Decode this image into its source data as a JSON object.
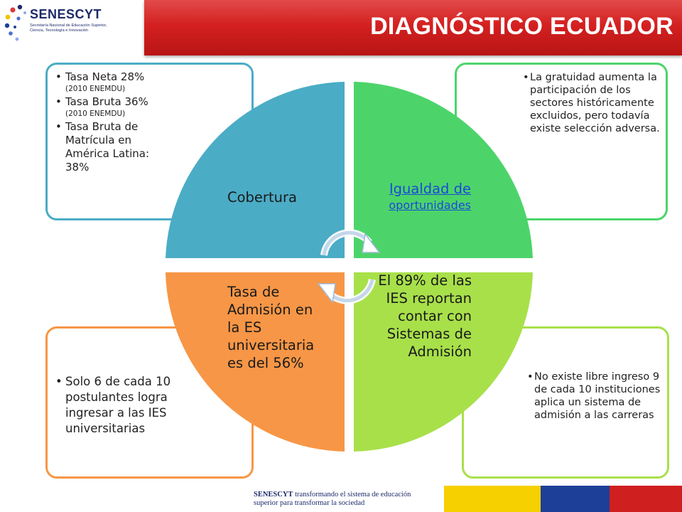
{
  "header": {
    "logo_name": "SENESCYT",
    "logo_subtitle": "Secretaría Nacional de Educación Superior, Ciencia, Tecnología e Innovación",
    "title": "DIAGNÓSTICO ECUADOR",
    "title_color": "#d42020"
  },
  "quadrants": {
    "top_left": {
      "label": "Cobertura",
      "color": "#4bacc6",
      "bullets": [
        {
          "text": "Tasa Neta 28%",
          "note": "(2010 ENEMDU)"
        },
        {
          "text": "Tasa Bruta 36%",
          "note": "(2010 ENEMDU)"
        },
        {
          "text": "Tasa Bruta de Matrícula en América Latina: 38%",
          "note": ""
        }
      ]
    },
    "top_right": {
      "label_line1": "Igualdad de",
      "label_line2": "oportunidades",
      "color": "#4cd46a",
      "text": "La gratuidad aumenta la participación de los sectores históricamente excluidos, pero todavía existe selección adversa."
    },
    "bottom_left": {
      "label": "Tasa de Admisión en la ES universitaria es del 56%",
      "color": "#f79646",
      "text": "Solo 6 de cada 10 postulantes logra ingresar a las IES universitarias"
    },
    "bottom_right": {
      "label": "El 89% de las IES reportan contar con Sistemas de Admisión",
      "color": "#a8e04a",
      "text": "No existe libre ingreso 9 de cada 10 instituciones aplica un sistema de admisión a las carreras"
    }
  },
  "footer": {
    "brand": "SENESCYT",
    "tagline_1": "transformando el sistema de educación",
    "tagline_2": "superior para transformar la sociedad",
    "flag_colors": [
      "#f7d000",
      "#1d3f98",
      "#d01f1f"
    ]
  }
}
